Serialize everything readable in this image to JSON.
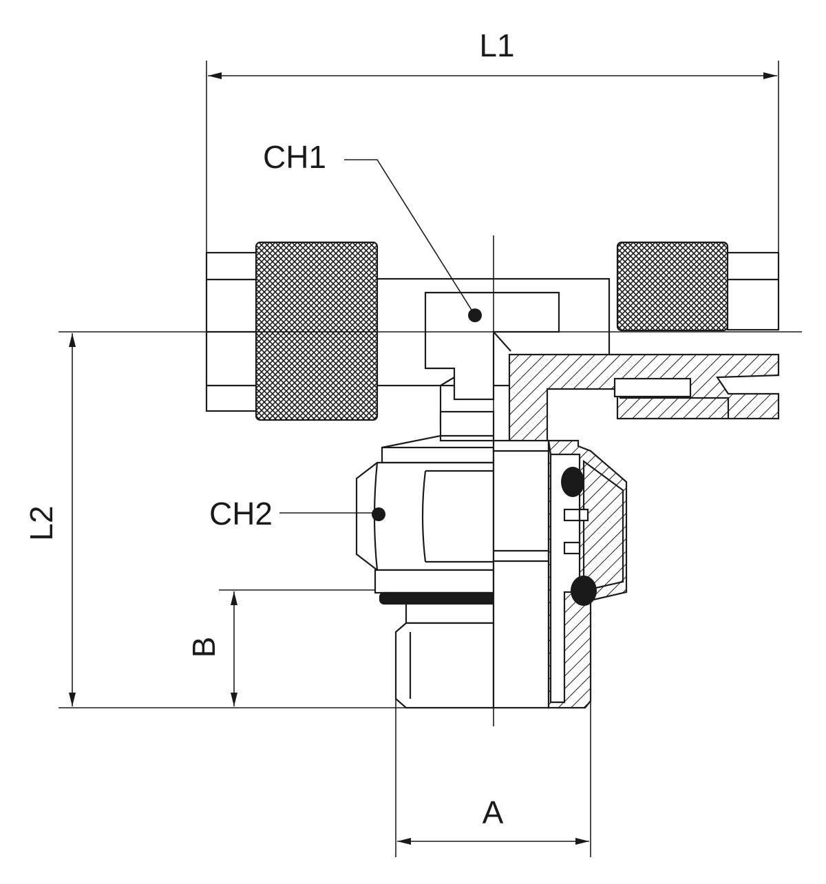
{
  "labels": {
    "l1": "L1",
    "l2": "L2",
    "ch1": "CH1",
    "ch2": "CH2",
    "a": "A",
    "b": "B"
  },
  "colors": {
    "line": "#1a1a1a",
    "background": "#ffffff"
  }
}
